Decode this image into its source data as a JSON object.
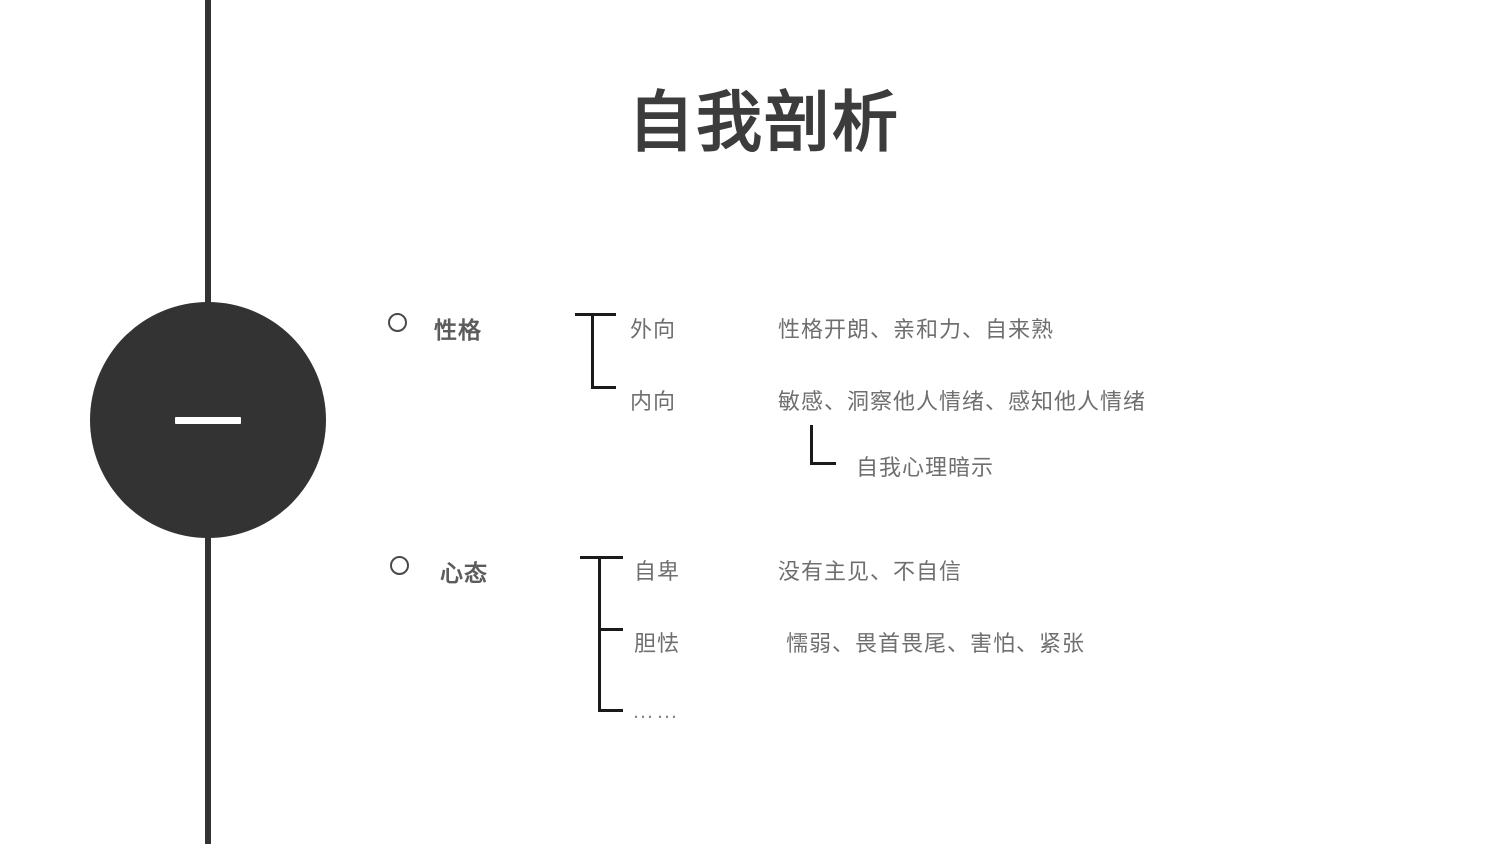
{
  "slide": {
    "title": "自我剖析",
    "background": "#ffffff",
    "accent_dark": "#333333",
    "text_gray": "#6f6f6f",
    "heading_gray": "#5c5c5c",
    "line_black": "#1a1a1a"
  },
  "decor": {
    "circle_name": "dark-circle-marker",
    "dash_name": "white-dash"
  },
  "groups": [
    {
      "label": "性格",
      "branches": [
        {
          "label": "外向",
          "detail": "性格开朗、亲和力、自来熟"
        },
        {
          "label": "内向",
          "detail": "敏感、洞察他人情绪、感知他人情绪"
        }
      ],
      "sub_note": "自我心理暗示"
    },
    {
      "label": "心态",
      "branches": [
        {
          "label": "自卑",
          "detail": "没有主见、不自信"
        },
        {
          "label": "胆怯",
          "detail": "懦弱、畏首畏尾、害怕、紧张"
        },
        {
          "label": "……",
          "detail": ""
        }
      ]
    }
  ]
}
